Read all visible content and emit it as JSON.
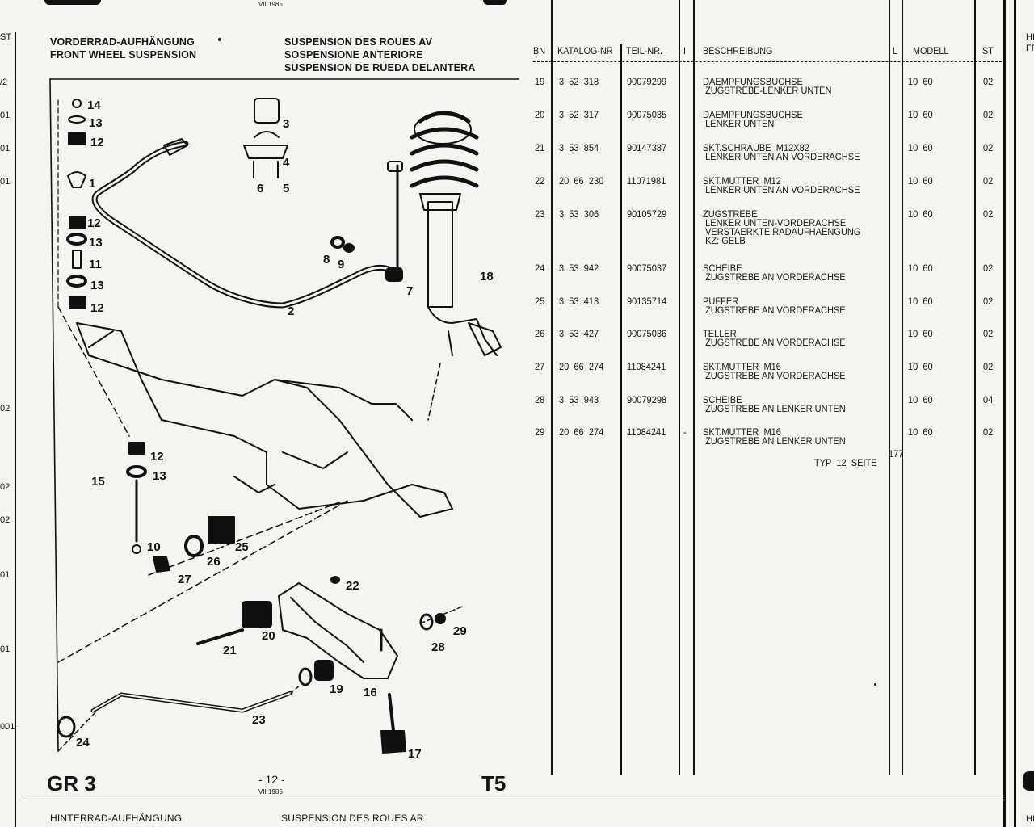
{
  "header_lines": [
    "VORDERRAD-AUFHÄNGUNG",
    "FRONT WHEEL SUSPENSION"
  ],
  "header_lines_right": [
    "SUSPENSION DES ROUES AV",
    "SOSPENSIONE ANTERIORE",
    "SUSPENSION DE RUEDA DELANTERA"
  ],
  "columns": {
    "bn": "BN",
    "katalog": "KATALOG-NR",
    "teil": "TEIL-NR.",
    "i": "I",
    "beschreibung": "BESCHREIBUNG",
    "l": "L",
    "modell": "MODELL",
    "st": "ST"
  },
  "rows": [
    {
      "bn": "19",
      "kat": "3  52  318",
      "teil": "90079299",
      "desc": [
        "DAEMPFUNGSBUCHSE",
        " ZUGSTREBE-LENKER UNTEN"
      ],
      "modell": "10  60",
      "st": "02"
    },
    {
      "bn": "20",
      "kat": "3  52  317",
      "teil": "90075035",
      "desc": [
        "DAEMPFUNGSBUCHSE",
        " LENKER UNTEN"
      ],
      "modell": "10  60",
      "st": "02"
    },
    {
      "bn": "21",
      "kat": "3  53  854",
      "teil": "90147387",
      "desc": [
        "SKT.SCHRAUBE  M12X82",
        " LENKER UNTEN AN VORDERACHSE"
      ],
      "modell": "10  60",
      "st": "02"
    },
    {
      "bn": "22",
      "kat": "20  66  230",
      "teil": "11071981",
      "desc": [
        "SKT.MUTTER  M12",
        " LENKER UNTEN AN VORDERACHSE"
      ],
      "modell": "10  60",
      "st": "02"
    },
    {
      "bn": "23",
      "kat": "3  53  306",
      "teil": "90105729",
      "desc": [
        "ZUGSTREBE",
        " LENKER UNTEN-VORDERACHSE",
        " VERSTAERKTE RADAUFHAENGUNG",
        " KZ: GELB"
      ],
      "modell": "10  60",
      "st": "02"
    },
    {
      "bn": "24",
      "kat": "3  53  942",
      "teil": "90075037",
      "desc": [
        "SCHEIBE",
        " ZUGSTREBE AN VORDERACHSE"
      ],
      "modell": "10  60",
      "st": "02"
    },
    {
      "bn": "25",
      "kat": "3  53  413",
      "teil": "90135714",
      "desc": [
        "PUFFER",
        " ZUGSTREBE AN VORDERACHSE"
      ],
      "modell": "10  60",
      "st": "02"
    },
    {
      "bn": "26",
      "kat": "3  53  427",
      "teil": "90075036",
      "desc": [
        "TELLER",
        " ZUGSTREBE AN VORDERACHSE"
      ],
      "modell": "10  60",
      "st": "02"
    },
    {
      "bn": "27",
      "kat": "20  66  274",
      "teil": "11084241",
      "desc": [
        "SKT.MUTTER  M16",
        " ZUGSTREBE AN VORDERACHSE"
      ],
      "modell": "10  60",
      "st": "02"
    },
    {
      "bn": "28",
      "kat": "3  53  943",
      "teil": "90079298",
      "desc": [
        "SCHEIBE",
        " ZUGSTREBE AN LENKER UNTEN"
      ],
      "modell": "10  60",
      "st": "04"
    },
    {
      "bn": "29",
      "kat": "20  66  274",
      "teil": "11084241",
      "i": "-",
      "desc": [
        "SKT.MUTTER  M16",
        " ZUGSTREBE AN LENKER UNTEN"
      ],
      "modell": "10  60",
      "st": "02"
    }
  ],
  "typ_note": "TYP  12  SEITE",
  "typ_page": "177",
  "footer": {
    "group": "GR 3",
    "page": "- 12 -",
    "date": "VII 1985",
    "code": "T5"
  },
  "next_page": {
    "left": "HINTERRAD-AUFHÄNGUNG",
    "right": "SUSPENSION DES ROUES AR"
  },
  "prev_page_date": "VII 1985",
  "left_edge_codes": [
    "ST",
    "/2",
    "01",
    "01",
    "01",
    "02",
    "02",
    "02",
    "01",
    "01",
    "001"
  ],
  "right_edge_codes": [
    "HI",
    "FR",
    "HI"
  ],
  "callouts": [
    "14",
    "13",
    "12",
    "1",
    "12",
    "13",
    "11",
    "13",
    "12",
    "3",
    "4",
    "6",
    "5",
    "8",
    "9",
    "7",
    "18",
    "2",
    "15",
    "12",
    "13",
    "10",
    "27",
    "26",
    "25",
    "22",
    "20",
    "21",
    "29",
    "28",
    "19",
    "16",
    "23",
    "24",
    "17"
  ]
}
